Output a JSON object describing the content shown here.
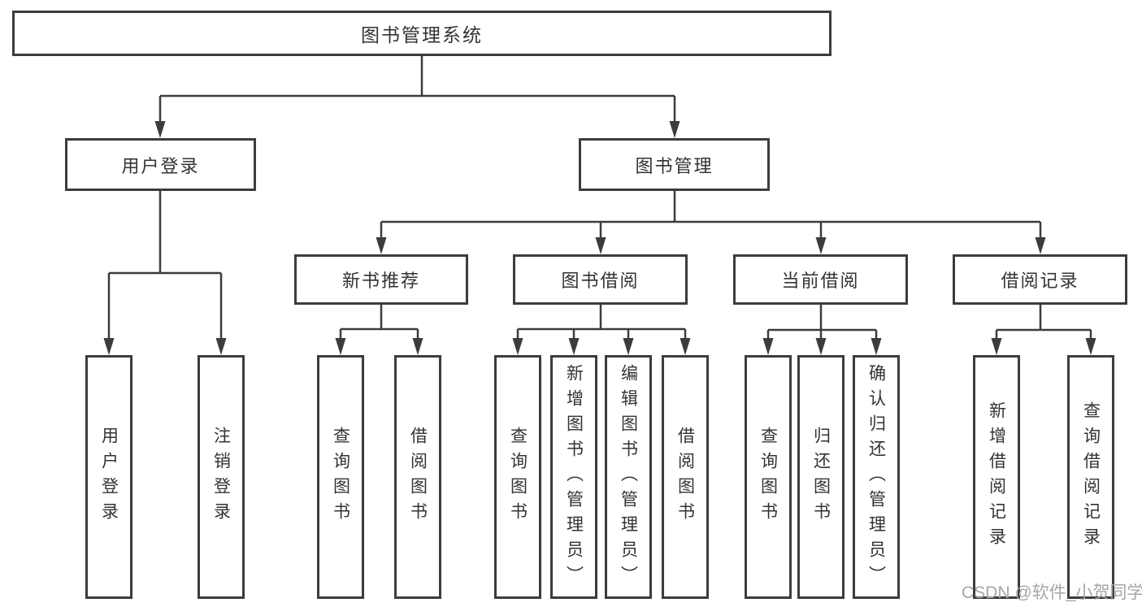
{
  "diagram_type": "functional-structure-tree",
  "tree": {
    "root": {
      "label": "图书管理系统",
      "children": [
        {
          "label": "用户登录",
          "children": [
            {
              "label": "用户登录"
            },
            {
              "label": "注销登录"
            }
          ]
        },
        {
          "label": "图书管理",
          "children": [
            {
              "label": "新书推荐",
              "children": [
                {
                  "label": "查询图书"
                },
                {
                  "label": "借阅图书"
                }
              ]
            },
            {
              "label": "图书借阅",
              "children": [
                {
                  "label": "查询图书"
                },
                {
                  "label": "新增图书（管理员）"
                },
                {
                  "label": "编辑图书（管理员）"
                },
                {
                  "label": "借阅图书"
                }
              ]
            },
            {
              "label": "当前借阅",
              "children": [
                {
                  "label": "查询图书"
                },
                {
                  "label": "归还图书"
                },
                {
                  "label": "确认归还（管理员）"
                }
              ]
            },
            {
              "label": "借阅记录",
              "children": [
                {
                  "label": "新增借阅记录"
                },
                {
                  "label": "查询借阅记录"
                }
              ]
            }
          ]
        }
      ]
    }
  },
  "watermark": {
    "text": "CSDN @软件_小贺同学"
  },
  "colors": {
    "line": "#3c3c3c",
    "text": "#333333",
    "watermark": "#a6a6a6",
    "background": "#ffffff"
  }
}
